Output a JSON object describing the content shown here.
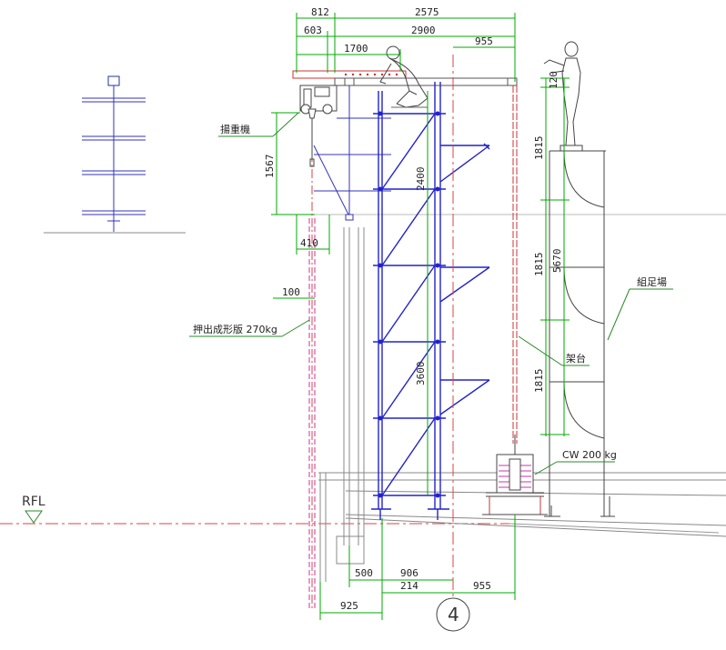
{
  "dimensions": {
    "top_812": "812",
    "top_2575": "2575",
    "top_603": "603",
    "top_2900": "2900",
    "top_1700": "1700",
    "top_955": "955",
    "right_120": "120",
    "right_1815_a": "1815",
    "right_1815_b": "1815",
    "right_1815_c": "1815",
    "right_5670": "5670",
    "left_1567": "1567",
    "left_410": "410",
    "left_100": "100",
    "mid_2400": "2400",
    "mid_3600": "3600",
    "bottom_500": "500",
    "bottom_906": "906",
    "bottom_214": "214",
    "bottom_955": "955",
    "bottom_925": "925"
  },
  "labels": {
    "hoist": "揚重機",
    "extruded_panel": "押出成形版 270kg",
    "scaffold": "組足場",
    "frame": "架台",
    "counterweight": "CW 200 kg",
    "floor_level": "RFL",
    "grid_axis": "4"
  },
  "colors": {
    "scaffold": "#2222cc",
    "dimension": "#00aa00",
    "centerline": "#dd4444",
    "frame": "#cc3333",
    "counterweight": "#cc33aa",
    "structure": "#555555"
  }
}
